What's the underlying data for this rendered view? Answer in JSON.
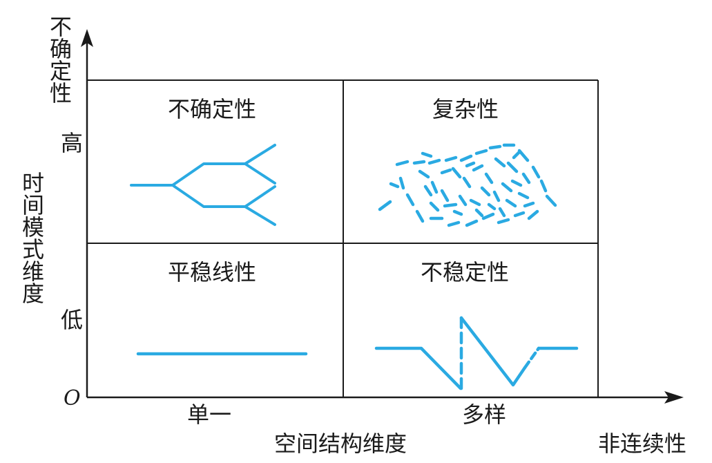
{
  "axes": {
    "origin": "O",
    "y_arrow_label": "不确定性",
    "y_axis_title": "时间模式维度",
    "y_high": "高",
    "y_low": "低",
    "x_axis_title": "空间结构维度",
    "x_arrow_label": "非连续性",
    "x_left": "单一",
    "x_right": "多样"
  },
  "quadrants": {
    "top_left": "不确定性",
    "top_right": "复杂性",
    "bottom_left": "平稳线性",
    "bottom_right": "不稳定性"
  },
  "colors": {
    "line": "#2aaae2",
    "frame": "#1a1a1a"
  }
}
